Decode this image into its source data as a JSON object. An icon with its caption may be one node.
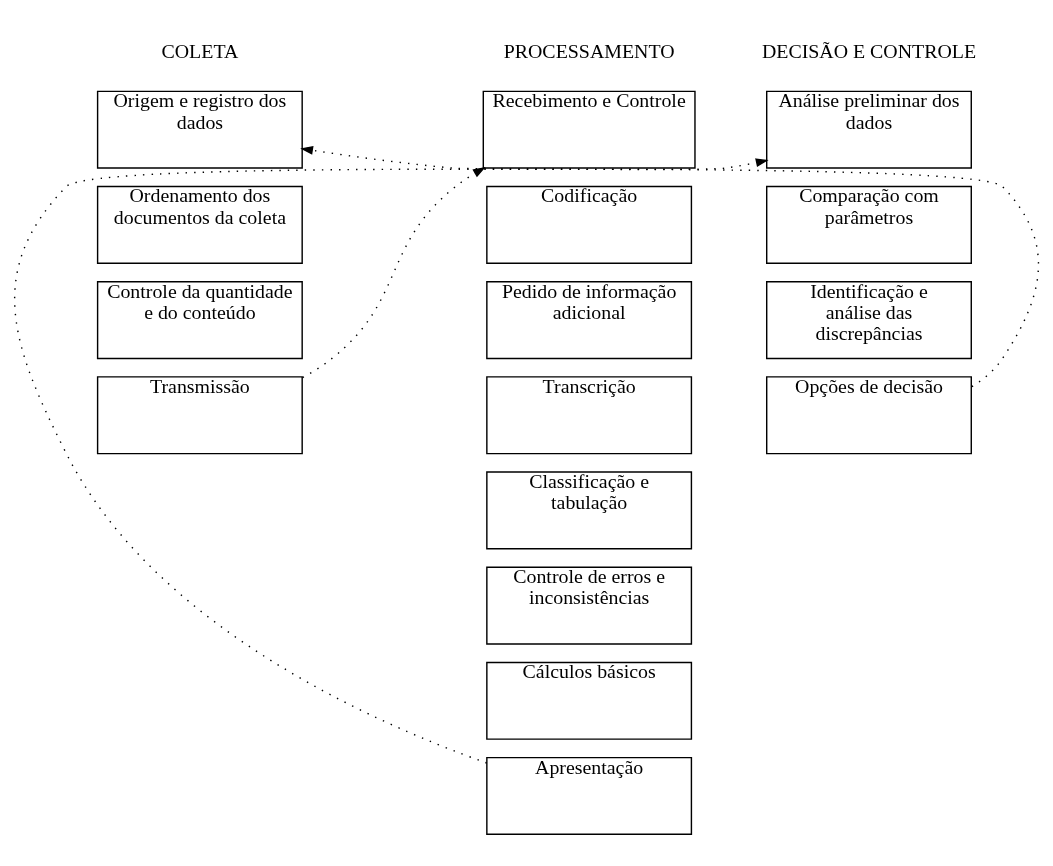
{
  "diagram": {
    "nodes": [
      {
        "text": [
          "Origem e registro dos dados"
        ]
      },
      {
        "text": [
          "Ordenamento dos documentos da coleta"
        ]
      },
      {
        "text": [
          "Controle da quantidade e do conteúdo"
        ]
      },
      {
        "text": [
          "Transmissão"
        ]
      },
      {
        "text": [
          "Recebimento e Controle"
        ]
      },
      {
        "text": [
          "Codificação"
        ]
      },
      {
        "text": [
          "Pedido de informação adicional"
        ]
      },
      {
        "text": [
          "Transcrição"
        ]
      },
      {
        "text": [
          "Classificação e tabulação"
        ]
      },
      {
        "text": [
          "Controle de erros e inconsistências"
        ]
      },
      {
        "text": [
          "Cálculos básicos"
        ]
      },
      {
        "text": [
          "Apresentação"
        ]
      },
      {
        "text": [
          "Análise preliminar dos dados"
        ]
      },
      {
        "text": [
          "Comparação com parâmetros"
        ]
      },
      {
        "text": [
          "Identificação e análise das discrepâncias"
        ]
      },
      {
        "text": [
          "Opções de decisão"
        ]
      }
    ],
    "edges": [
      {
        "from": 3,
        "to": 4,
        "arrow": "to"
      },
      {
        "from": 11,
        "to": 12,
        "arrow": "to"
      },
      {
        "from": 15,
        "to": 0,
        "arrow": "to"
      }
    ],
    "labels": [
      "COLETA",
      "PROCESSAMENTO",
      "DECISÃO E CONTROLE"
    ]
  }
}
